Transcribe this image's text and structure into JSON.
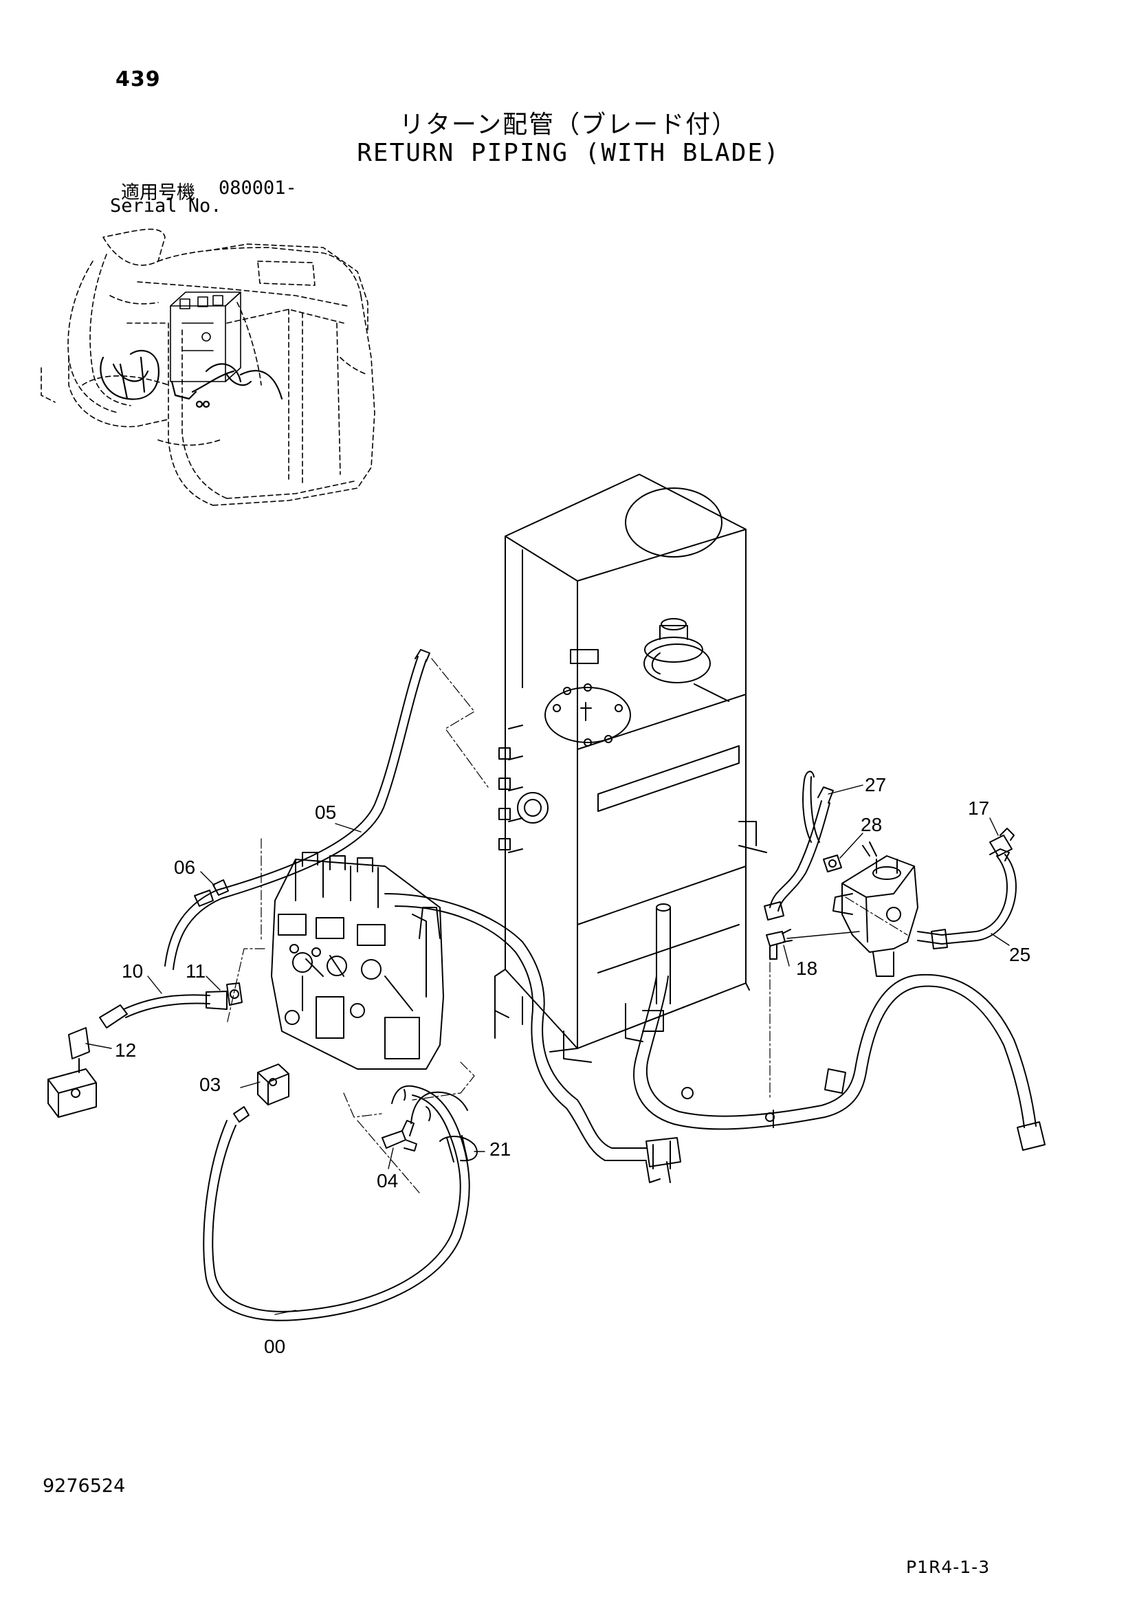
{
  "header": {
    "page_number": "439",
    "title_jp": "リターン配管（ブレード付）",
    "title_en": "RETURN PIPING (WITH BLADE)",
    "serial_label_jp": "適用号機",
    "serial_value": "080001-",
    "serial_label_en": "Serial No."
  },
  "footer": {
    "document_number": "9276524",
    "sheet_ref": "P1R4-1-3"
  },
  "callouts": {
    "c05": "05",
    "c06": "06",
    "c10": "10",
    "c11": "11",
    "c12": "12",
    "c03": "03",
    "c04": "04",
    "c21": "21",
    "c00": "00",
    "c27": "27",
    "c28": "28",
    "c17": "17",
    "c18": "18",
    "c25": "25"
  }
}
